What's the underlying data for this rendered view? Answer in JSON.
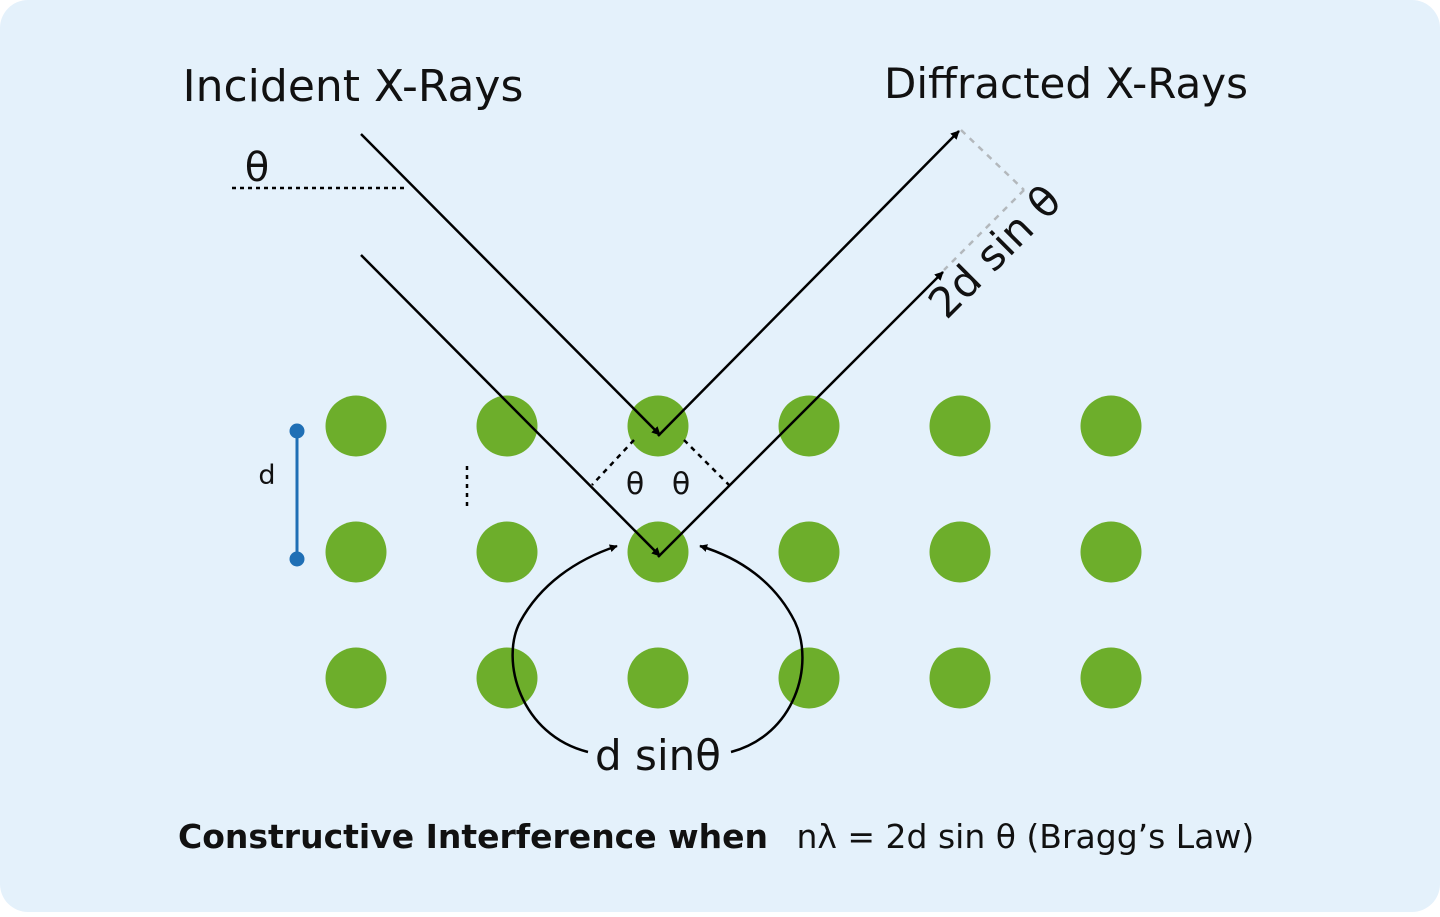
{
  "labels": {
    "incident": "Incident X-Rays",
    "diffracted": "Diffracted X-Rays",
    "theta": "θ",
    "path_difference": "2d sin θ",
    "spacing": "d",
    "half_path": "d sinθ"
  },
  "caption": {
    "bold": "Constructive Interference when",
    "formula": "nλ = 2d sin θ (Bragg’s Law)"
  },
  "colors": {
    "background": "#e4f1fb",
    "atom": "#6dae2b",
    "spacing_marker": "#1f6fb5",
    "ray": "#000000",
    "guide_dashed": "#b3b8bc"
  },
  "lattice": {
    "rows": 3,
    "columns": 6
  }
}
